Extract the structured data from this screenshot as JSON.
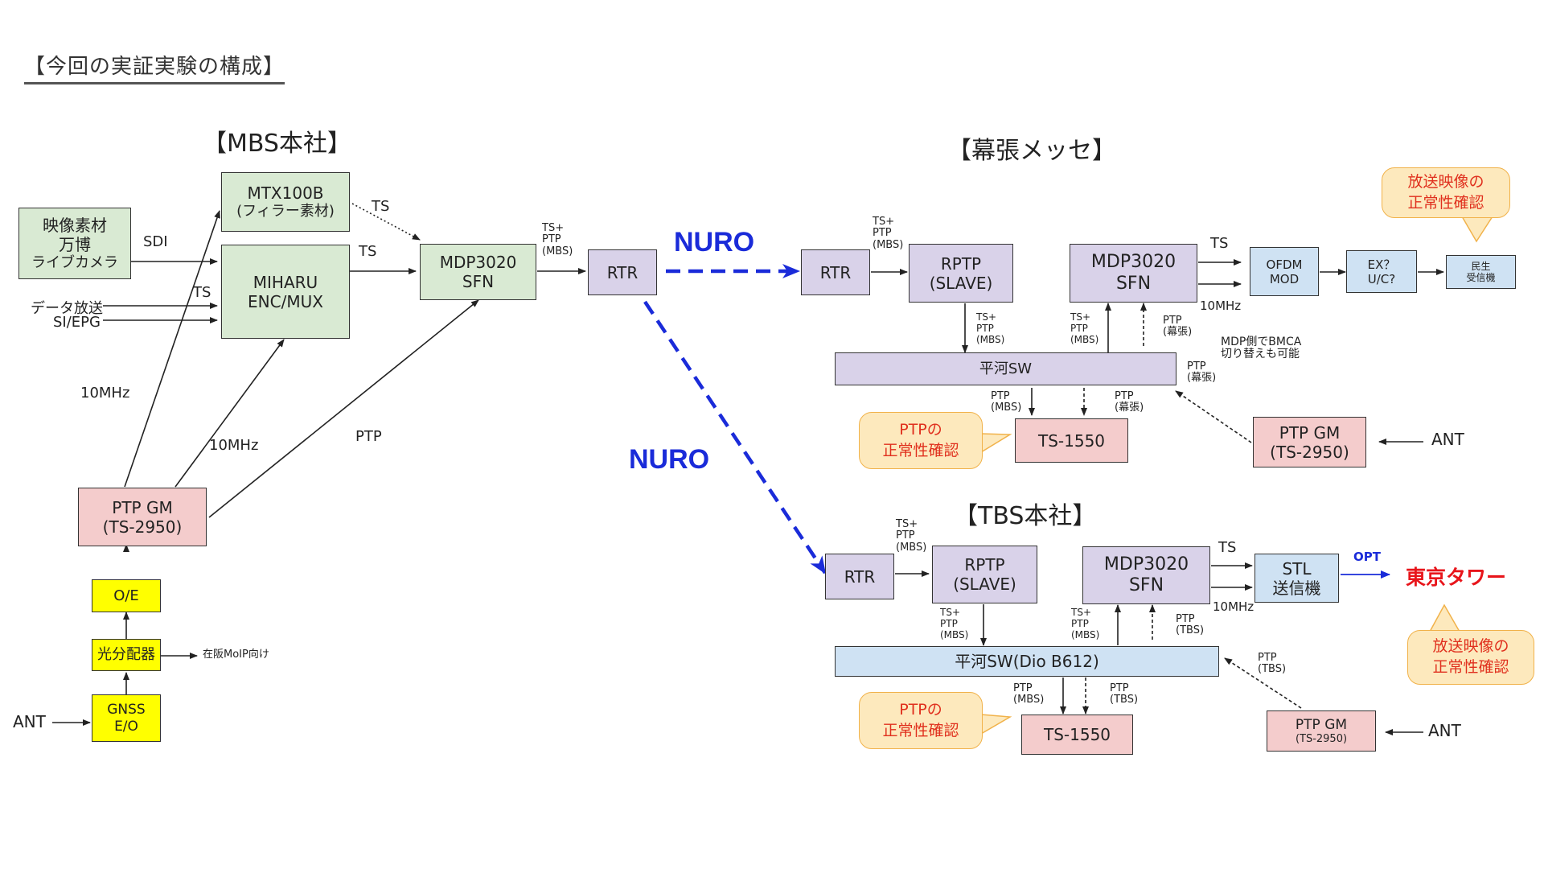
{
  "slide_title": "【今回の実証実験の構成】",
  "sections": {
    "mbs": "【MBS本社】",
    "makuhari": "【幕張メッセ】",
    "tbs": "【TBS本社】"
  },
  "nuro_top": "NURO",
  "nuro_bottom": "NURO",
  "mbs": {
    "source_box": {
      "line1": "映像素材",
      "line2": "万博",
      "line3": "ライブカメラ"
    },
    "mtx": {
      "line1": "MTX100B",
      "line2": "(フィラー素材)"
    },
    "miharu": {
      "line1": "MIHARU",
      "line2": "ENC/MUX"
    },
    "mdp": {
      "line1": "MDP3020",
      "line2": "SFN"
    },
    "rtr": "RTR",
    "ptpgm": {
      "line1": "PTP GM",
      "line2": "(TS-2950)"
    },
    "oe": "O/E",
    "splitter": "光分配器",
    "gnss": {
      "line1": "GNSS",
      "line2": "E/O"
    },
    "ant": "ANT",
    "labels": {
      "sdi": "SDI",
      "ts_mtx": "TS",
      "ts_miharu": "TS",
      "ts_data": "TS",
      "data_broadcast": "データ放送",
      "si_epg": "SI/EPG",
      "tenmhz_left": "10MHz",
      "tenmhz_mid": "10MHz",
      "ptp": "PTP",
      "ts_ptp_line1": "TS+",
      "ts_ptp_line2": "PTP",
      "ts_ptp_line3": "(MBS)",
      "splitter_out": "在阪MoIP向け"
    }
  },
  "makuhari": {
    "rtr": "RTR",
    "rptp": {
      "line1": "RPTP",
      "line2": "(SLAVE)"
    },
    "mdp": {
      "line1": "MDP3020",
      "line2": "SFN"
    },
    "ofdm": {
      "line1": "OFDM",
      "line2": "MOD"
    },
    "ex": {
      "line1": "EX？",
      "line2": "U/C?"
    },
    "receiver": {
      "line1": "民生",
      "line2": "受信機"
    },
    "hirakawa": "平河SW",
    "ts1550": "TS-1550",
    "ptpgm": {
      "line1": "PTP GM",
      "line2": "(TS-2950)"
    },
    "ant": "ANT",
    "callout_check": {
      "line1": "放送映像の",
      "line2": "正常性確認"
    },
    "callout_ptp": {
      "line1": "PTPの",
      "line2": "正常性確認"
    },
    "labels": {
      "in_ts": "TS+",
      "in_ptp": "PTP",
      "in_mbs": "(MBS)",
      "ts": "TS",
      "tenmhz": "10MHz",
      "d1_ts": "TS+",
      "d1_ptp": "PTP",
      "d1_mbs": "(MBS)",
      "d2_ts": "TS+",
      "d2_ptp": "PTP",
      "d2_mbs": "(MBS)",
      "p_ptp": "PTP",
      "p_site": "(幕張)",
      "bmca1": "MDP側でBMCA",
      "bmca2": "切り替えも可能",
      "sw_ptp": "PTP",
      "sw_site": "(幕張)",
      "t_ptp1": "PTP",
      "t_mbs": "(MBS)",
      "t_ptp2": "PTP",
      "t_site": "(幕張)"
    }
  },
  "tbs": {
    "rtr": "RTR",
    "rptp": {
      "line1": "RPTP",
      "line2": "(SLAVE)"
    },
    "mdp": {
      "line1": "MDP3020",
      "line2": "SFN"
    },
    "stl": {
      "line1": "STL",
      "line2": "送信機"
    },
    "tower": "東京タワー",
    "hirakawa": "平河SW(Dio B612)",
    "ts1550": "TS-1550",
    "ptpgm": {
      "line1": "PTP GM",
      "line2": "(TS-2950)"
    },
    "ant": "ANT",
    "callout_check": {
      "line1": "放送映像の",
      "line2": "正常性確認"
    },
    "callout_ptp": {
      "line1": "PTPの",
      "line2": "正常性確認"
    },
    "labels": {
      "in_ts": "TS+",
      "in_ptp": "PTP",
      "in_mbs": "(MBS)",
      "ts": "TS",
      "opt": "OPT",
      "tenmhz": "10MHz",
      "d1_ts": "TS+",
      "d1_ptp": "PTP",
      "d1_mbs": "(MBS)",
      "d2_ts": "TS+",
      "d2_ptp": "PTP",
      "d2_mbs": "(MBS)",
      "p_ptp": "PTP",
      "p_site": "(TBS)",
      "sw_ptp": "PTP",
      "sw_site": "(TBS)",
      "t_ptp1": "PTP",
      "t_mbs": "(MBS)",
      "t_ptp2": "PTP",
      "t_site": "(TBS)"
    }
  },
  "colors": {
    "green_box": "#d9ead3",
    "purple_box": "#d9d2e9",
    "pink_box": "#f4cccc",
    "blue_box": "#cfe2f3",
    "yellow_box": "#ffff00",
    "nuro": "#1a2bd9",
    "callout_fill": "#fde9bd",
    "callout_text": "#e0301e",
    "tower_text": "#e8151b"
  }
}
